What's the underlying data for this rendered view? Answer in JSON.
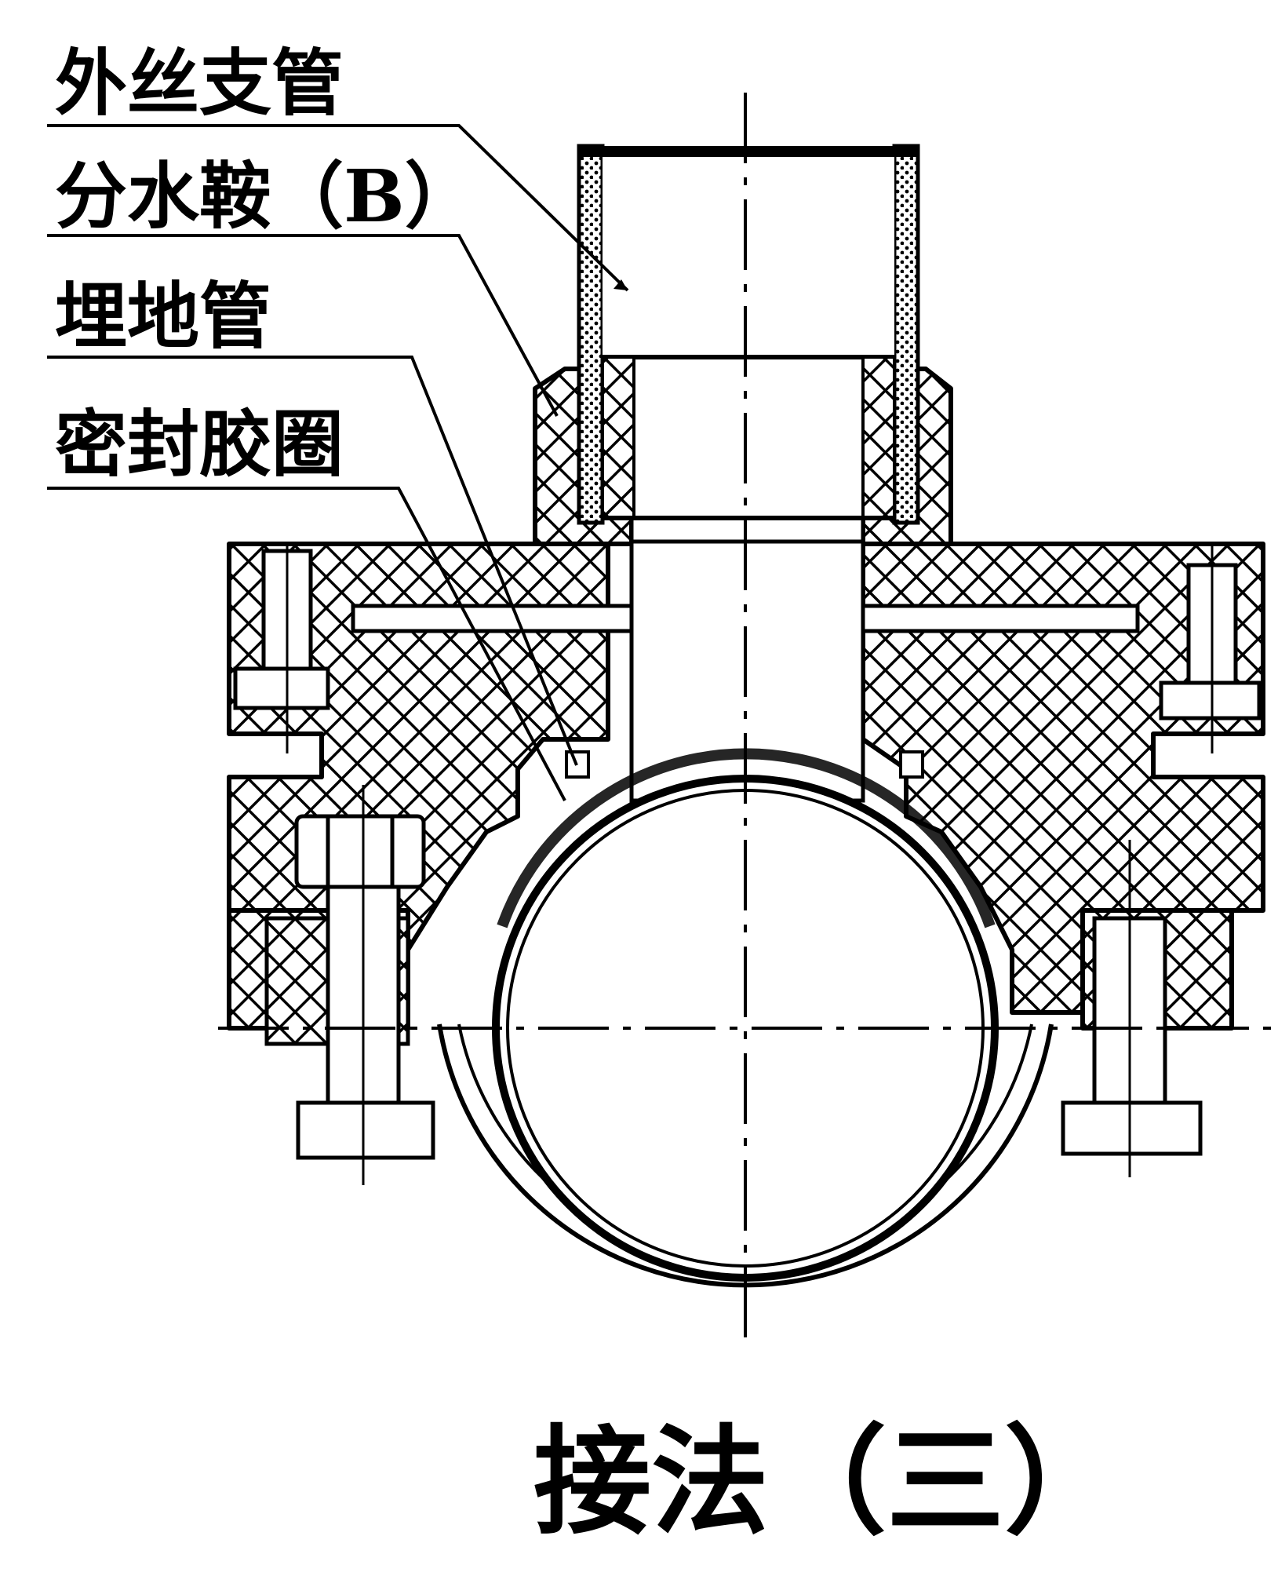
{
  "labels": {
    "l1": "外丝支管",
    "l2": "分水鞍（B）",
    "l3": "埋地管",
    "l4": "密封胶圈"
  },
  "caption": "接法（三）",
  "colors": {
    "ink": "#000000",
    "paper": "#ffffff"
  }
}
